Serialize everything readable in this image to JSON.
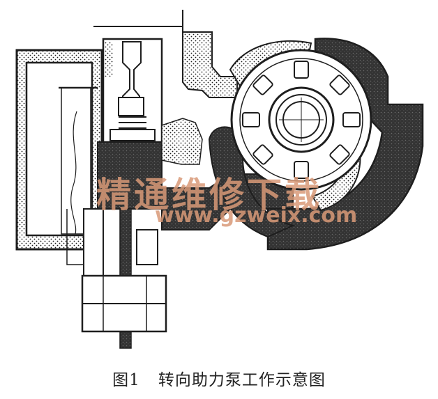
{
  "caption": {
    "figure_number": "图1",
    "title": "转向助力泵工作示意图"
  },
  "watermark": {
    "text_cn": "精通维修下载",
    "url": "www.gzweix.com"
  },
  "colors": {
    "ink": "#1e1e1e",
    "dark_fill": "#3a3a3a",
    "stipple_bg": "#ffffff",
    "watermark": "#d99a78"
  }
}
